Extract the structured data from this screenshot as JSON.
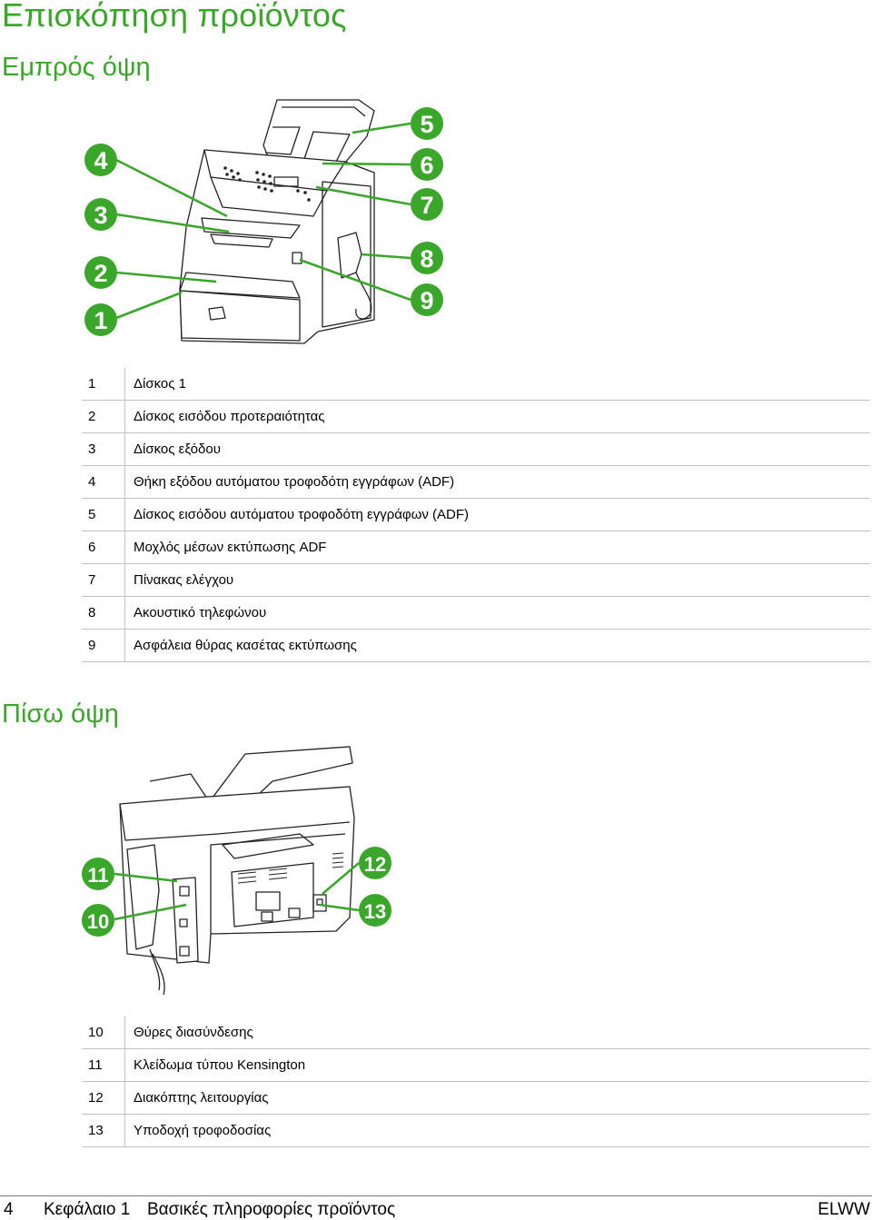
{
  "page_title": "Επισκόπηση προϊόντος",
  "front": {
    "heading": "Εμπρός όψη",
    "callouts": [
      "1",
      "2",
      "3",
      "4",
      "5",
      "6",
      "7",
      "8",
      "9"
    ],
    "rows": [
      {
        "num": "1",
        "label": "Δίσκος 1"
      },
      {
        "num": "2",
        "label": "Δίσκος εισόδου προτεραιότητας"
      },
      {
        "num": "3",
        "label": "Δίσκος εξόδου"
      },
      {
        "num": "4",
        "label": "Θήκη εξόδου αυτόματου τροφοδότη εγγράφων (ADF)"
      },
      {
        "num": "5",
        "label": "Δίσκος εισόδου αυτόματου τροφοδότη εγγράφων (ADF)"
      },
      {
        "num": "6",
        "label": "Μοχλός μέσων εκτύπωσης ADF"
      },
      {
        "num": "7",
        "label": "Πίνακας ελέγχου"
      },
      {
        "num": "8",
        "label": "Ακουστικό τηλεφώνου"
      },
      {
        "num": "9",
        "label": "Ασφάλεια θύρας κασέτας εκτύπωσης"
      }
    ]
  },
  "back": {
    "heading": "Πίσω όψη",
    "callouts": [
      "10",
      "11",
      "12",
      "13"
    ],
    "rows": [
      {
        "num": "10",
        "label": "Θύρες διασύνδεσης"
      },
      {
        "num": "11",
        "label": "Κλείδωμα τύπου Kensington"
      },
      {
        "num": "12",
        "label": "Διακόπτης λειτουργίας"
      },
      {
        "num": "13",
        "label": "Υποδοχή τροφοδοσίας"
      }
    ]
  },
  "footer": {
    "page_number": "4",
    "chapter": "Κεφάλαιο 1",
    "chapter_title": "Βασικές πληροφορίες προϊόντος",
    "brand": "ELWW"
  },
  "colors": {
    "accent": "#3aa62a",
    "callout_fill": "#3aa62a",
    "rule": "#c2c2c2"
  }
}
